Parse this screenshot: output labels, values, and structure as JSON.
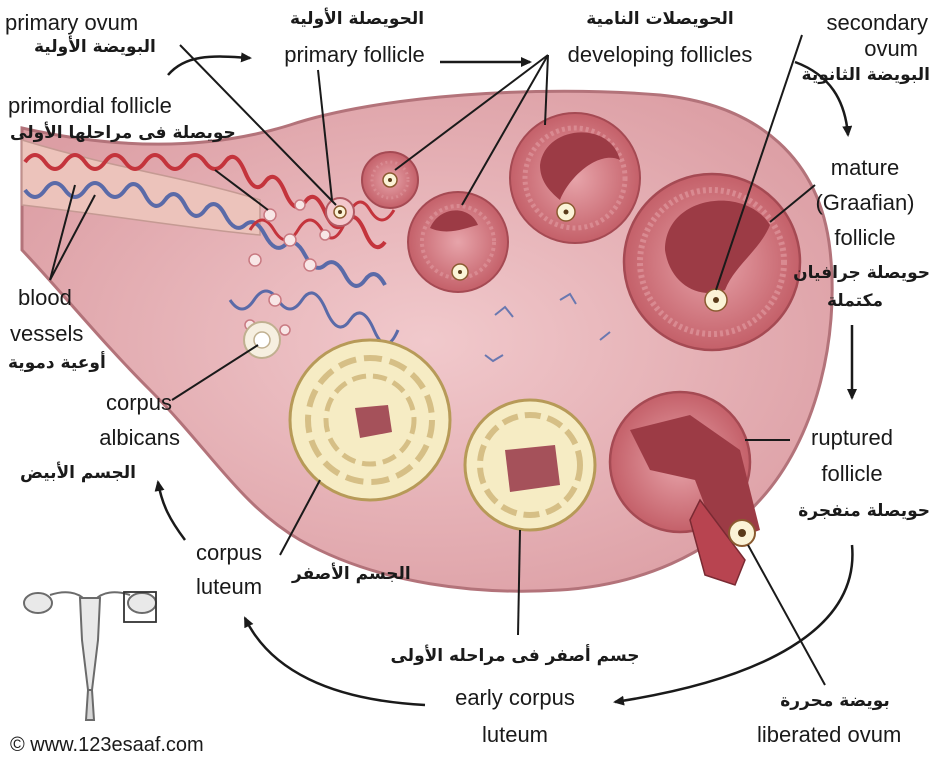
{
  "labels": {
    "primary_ovum_en": "primary ovum",
    "primary_ovum_ar": "البويضة الأولية",
    "primary_follicle_ar": "الحويصلة الأولية",
    "primary_follicle_en": "primary follicle",
    "developing_follicles_ar": "الحويصلات النامية",
    "developing_follicles_en": "developing follicles",
    "secondary_ovum_en_1": "secondary",
    "secondary_ovum_en_2": "ovum",
    "secondary_ovum_ar": "البويضة الثانوية",
    "primordial_follicle_en": "primordial follicle",
    "primordial_follicle_ar": "حويصلة فى مراحلها الأولى",
    "mature_follicle_en_1": "mature",
    "mature_follicle_en_2": "(Graafian)",
    "mature_follicle_en_3": "follicle",
    "mature_follicle_ar_1": "حويصلة جرافيان",
    "mature_follicle_ar_2": "مكتملة",
    "blood_vessels_en_1": "blood",
    "blood_vessels_en_2": "vessels",
    "blood_vessels_ar": "أوعية دموية",
    "corpus_albicans_en_1": "corpus",
    "corpus_albicans_en_2": "albicans",
    "corpus_albicans_ar": "الجسم الأبيض",
    "ruptured_follicle_en_1": "ruptured",
    "ruptured_follicle_en_2": "follicle",
    "ruptured_follicle_ar": "حويصلة منفجرة",
    "corpus_luteum_en_1": "corpus",
    "corpus_luteum_en_2": "luteum",
    "corpus_luteum_ar": "الجسم الأصفر",
    "early_corpus_luteum_ar": "جسم أصفر فى مراحله الأولى",
    "early_corpus_luteum_en_1": "early corpus",
    "early_corpus_luteum_en_2": "luteum",
    "liberated_ovum_ar": "بويضة محررة",
    "liberated_ovum_en": "liberated ovum",
    "copyright": "© www.123esaaf.com"
  },
  "colors": {
    "ovary_tissue": "#e8b6bb",
    "follicle_wall": "#c7646d",
    "follicle_antrum": "#9c3b45",
    "corpus_yellow": "#f6ecc4",
    "artery_red": "#c4343c",
    "vein_blue": "#5a6aa8",
    "arrow": "#1a1a1a"
  }
}
